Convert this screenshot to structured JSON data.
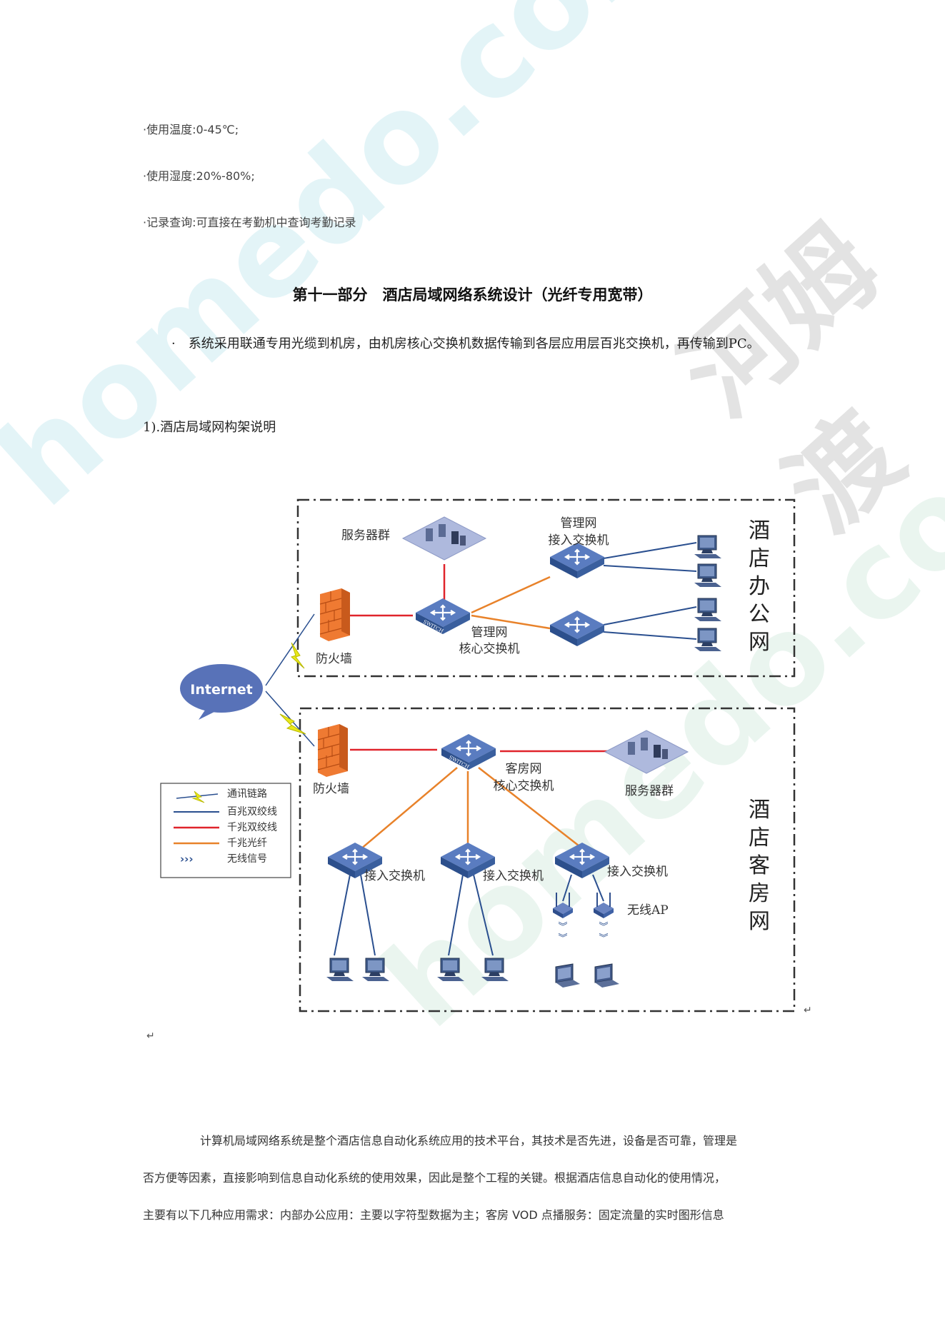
{
  "specs": [
    "·使用温度:0-45℃;",
    "·使用湿度:20%-80%;",
    "·记录查询:可直接在考勤机中查询考勤记录"
  ],
  "section_title": "第十一部分　酒店局域网络系统设计（光纤专用宽带）",
  "intro_bullet": "·",
  "intro_text": "系统采用联通专用光缆到机房，由机房核心交换机数据传输到各层应用层百兆交换机，再传输到PC。",
  "subheading": "1).酒店局域网构架说明",
  "diagram": {
    "internet": "Internet",
    "office_net_vertical": [
      "酒",
      "店",
      "办",
      "公",
      "网"
    ],
    "guest_net_vertical": [
      "酒",
      "店",
      "客",
      "房",
      "网"
    ],
    "server_group": "服务器群",
    "mgmt_access_line1": "管理网",
    "mgmt_access_line2": "接入交换机",
    "mgmt_core_line1": "管理网",
    "mgmt_core_line2": "核心交换机",
    "firewall": "防火墙",
    "guest_core_line1": "客房网",
    "guest_core_line2": "核心交换机",
    "access_switch": "接入交换机",
    "wireless_ap": "无线AP",
    "switch_mark": "SWITCH",
    "legend": [
      "通讯链路",
      "百兆双绞线",
      "千兆双绞线",
      "千兆光纤",
      "无线信号"
    ],
    "colors": {
      "fiber": "#e8822a",
      "gigabit": "#e0242b",
      "hundred": "#2a4f8f",
      "lightning": "#e8e81a",
      "switch_face": "#4466a8",
      "firewall": "#e8702a",
      "server": "#a8b4dc",
      "cloud": "#5872b8"
    }
  },
  "return_mark": "↵",
  "body_lines": [
    "计算机局域网络系统是整个酒店信息自动化系统应用的技术平台，其技术是否先进，设备是否可靠，管理是",
    "否方便等因素，直接影响到信息自动化系统的使用效果，因此是整个工程的关键。根据酒店信息自动化的使用情况，",
    "主要有以下几种应用需求：内部办公应用：主要以字符型数据为主；客房 VOD 点播服务：固定流量的实时图形信息"
  ],
  "watermark": {
    "text1": "homedo.com",
    "text2": "河姆渡"
  }
}
